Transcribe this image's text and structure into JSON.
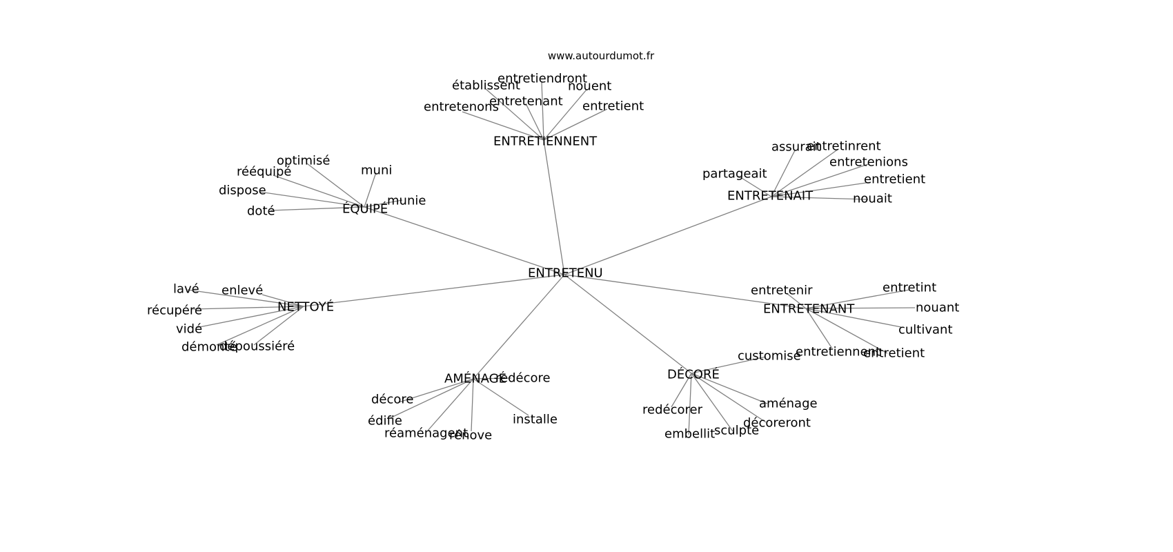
{
  "header": {
    "site": "www.autourdumot.fr"
  },
  "graph": {
    "center": {
      "label": "ENTRETENU"
    },
    "hubs": [
      {
        "id": "entretiennent",
        "label": "ENTRETIENNENT",
        "leaves": [
          "entretenons",
          "établissent",
          "entretenant",
          "entretiendront",
          "nouent",
          "entretient"
        ]
      },
      {
        "id": "entretenait",
        "label": "ENTRETENAIT",
        "leaves": [
          "assurait",
          "entretinrent",
          "entretenions",
          "entretient",
          "nouait",
          "partageait"
        ]
      },
      {
        "id": "entretenant",
        "label": "ENTRETENANT",
        "leaves": [
          "entretenir",
          "entretint",
          "nouant",
          "cultivant",
          "entretiennent",
          "entretient"
        ]
      },
      {
        "id": "decore",
        "label": "DÉCORÉ",
        "leaves": [
          "customise",
          "aménage",
          "décoreront",
          "sculpte",
          "embellit",
          "redécorer"
        ]
      },
      {
        "id": "amenage",
        "label": "AMÉNAGÉ",
        "leaves": [
          "redécore",
          "décore",
          "édifie",
          "réaménagent",
          "rénove",
          "installe"
        ]
      },
      {
        "id": "nettoye",
        "label": "NETTOYÉ",
        "leaves": [
          "lavé",
          "enlevé",
          "récupéré",
          "vidé",
          "démonté",
          "dépoussiéré"
        ]
      },
      {
        "id": "equipe",
        "label": "ÉQUIPÉ",
        "leaves": [
          "optimisé",
          "rééquipé",
          "dispose",
          "doté",
          "muni",
          "munie"
        ]
      }
    ]
  }
}
